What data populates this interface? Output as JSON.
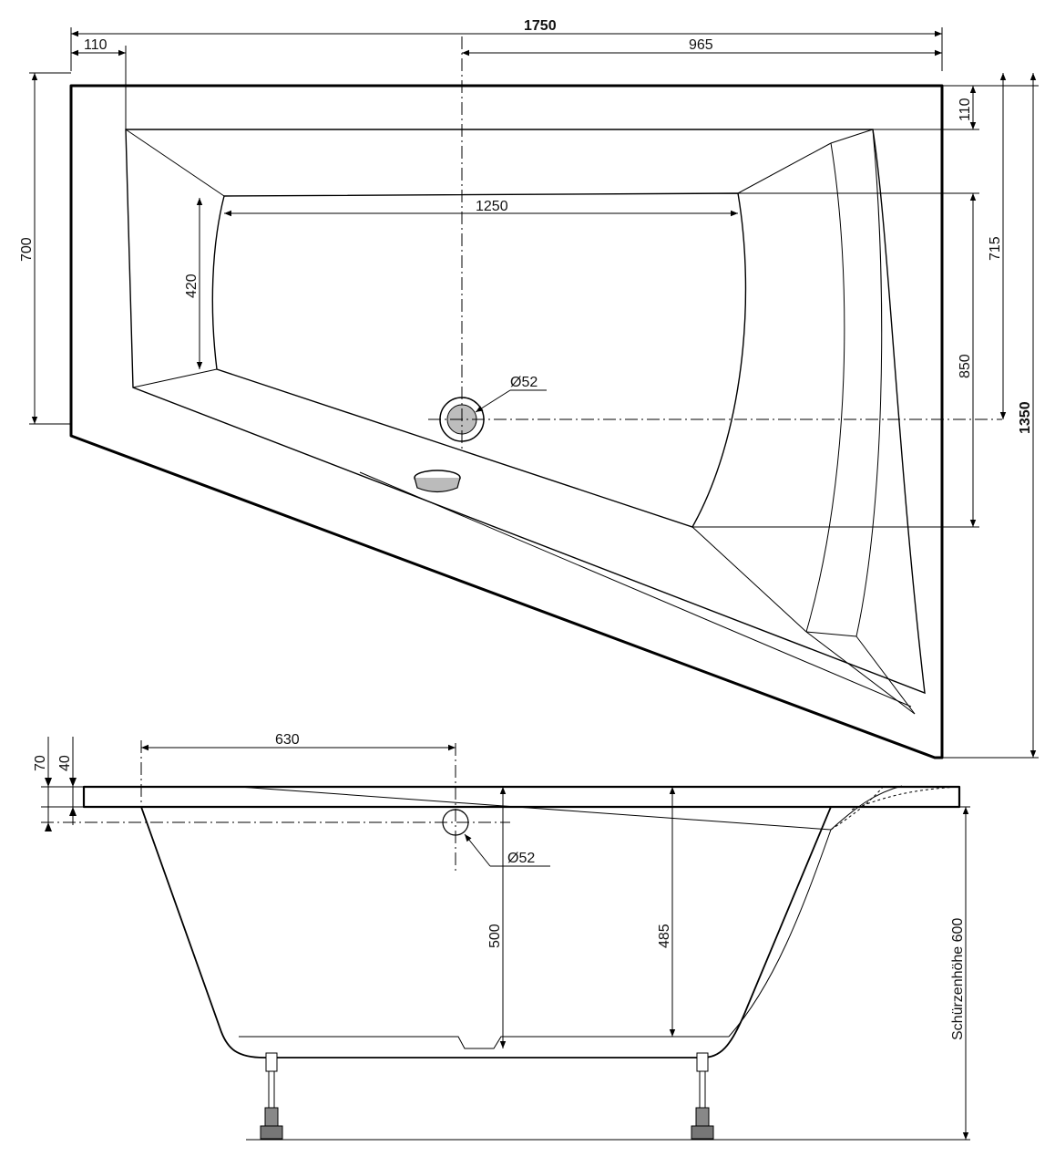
{
  "top_view": {
    "dimensions": {
      "overall_width": "1750",
      "left_offset": "110",
      "drain_to_right": "965",
      "top_rim": "110",
      "left_height": "700",
      "right_upper": "715",
      "inner_width": "1250",
      "inner_left_height": "420",
      "inner_right_height": "850",
      "overall_depth": "1350",
      "drain_diameter": "Ø52"
    }
  },
  "side_view": {
    "dimensions": {
      "rim_70": "70",
      "rim_40": "40",
      "drain_distance": "630",
      "overflow_diameter": "Ø52",
      "depth_500": "500",
      "depth_485": "485",
      "apron_height": "Schürzenhöhe 600"
    }
  }
}
